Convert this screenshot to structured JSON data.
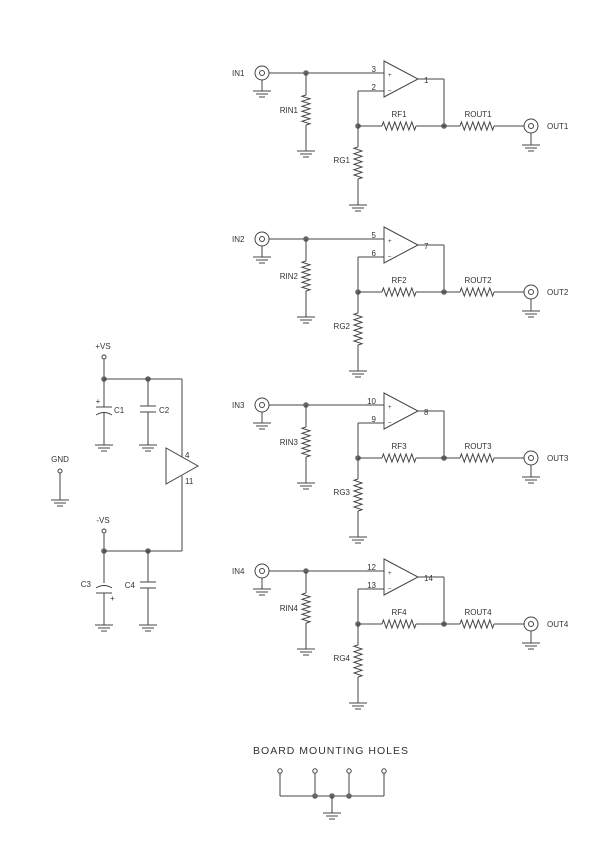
{
  "title": "BOARD MOUNTING HOLES",
  "channels": [
    {
      "in": "IN1",
      "rin": "RIN1",
      "rg": "RG1",
      "rf": "RF1",
      "rout": "ROUT1",
      "out": "OUT1",
      "pin_plus": "3",
      "pin_minus": "2",
      "pin_out": "1"
    },
    {
      "in": "IN2",
      "rin": "RIN2",
      "rg": "RG2",
      "rf": "RF2",
      "rout": "ROUT2",
      "out": "OUT2",
      "pin_plus": "5",
      "pin_minus": "6",
      "pin_out": "7"
    },
    {
      "in": "IN3",
      "rin": "RIN3",
      "rg": "RG3",
      "rf": "RF3",
      "rout": "ROUT3",
      "out": "OUT3",
      "pin_plus": "10",
      "pin_minus": "9",
      "pin_out": "8"
    },
    {
      "in": "IN4",
      "rin": "RIN4",
      "rg": "RG4",
      "rf": "RF4",
      "rout": "ROUT4",
      "out": "OUT4",
      "pin_plus": "12",
      "pin_minus": "13",
      "pin_out": "14"
    }
  ],
  "power": {
    "vplus": "+VS",
    "vminus": "-VS",
    "gnd": "GND",
    "c1": "C1",
    "c2": "C2",
    "c3": "C3",
    "c4": "C4",
    "pin_vplus": "4",
    "pin_vminus": "11",
    "plus_sign": "+",
    "minus_sign": "–"
  },
  "colors": {
    "line": "#444444",
    "text": "#333333"
  }
}
